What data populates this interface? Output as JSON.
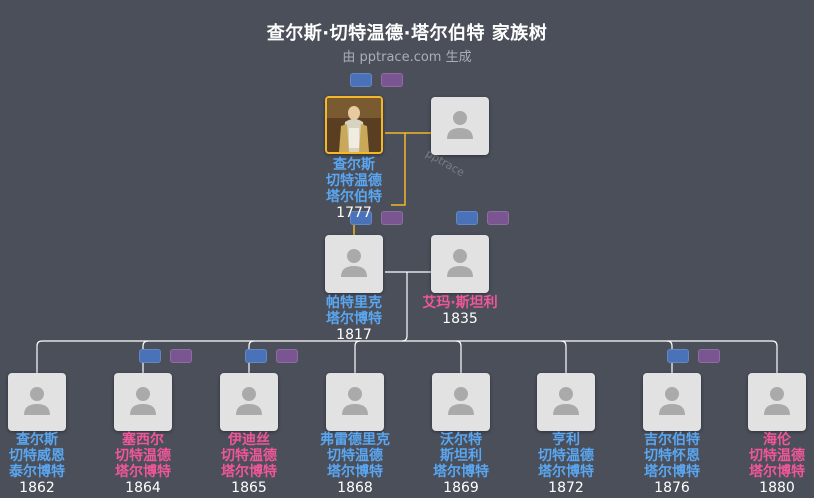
{
  "header": {
    "title": "查尔斯·切特温德·塔尔伯特 家族树",
    "subtitle": "由 pptrace.com 生成"
  },
  "colors": {
    "background": "#4a4f5a",
    "male_name": "#5aa6f0",
    "female_name": "#f0569a",
    "highlight_border": "#f4b728",
    "tag_blue": "#4a72b8",
    "tag_purple": "#7a5592"
  },
  "root": {
    "person": {
      "name_lines": [
        "查尔斯",
        "切特温德",
        "塔尔伯特"
      ],
      "year": "1777",
      "gender": "male",
      "has_photo": true
    },
    "spouse": {
      "name_lines": [],
      "year": "",
      "gender": "unknown"
    }
  },
  "gen2": {
    "person": {
      "name_lines": [
        "帕特里克",
        "塔尔博特"
      ],
      "year": "1817",
      "gender": "male"
    },
    "spouse": {
      "name_lines": [
        "艾玛·斯坦利"
      ],
      "year": "1835",
      "gender": "female"
    }
  },
  "children": [
    {
      "name_lines": [
        "查尔斯",
        "切特威恩",
        "泰尔博特"
      ],
      "year": "1862",
      "gender": "male"
    },
    {
      "name_lines": [
        "塞西尔",
        "切特温德",
        "塔尔博特"
      ],
      "year": "1864",
      "gender": "female"
    },
    {
      "name_lines": [
        "伊迪丝",
        "切特温德",
        "塔尔博特"
      ],
      "year": "1865",
      "gender": "female"
    },
    {
      "name_lines": [
        "弗雷德里克",
        "切特温德",
        "塔尔博特"
      ],
      "year": "1868",
      "gender": "male"
    },
    {
      "name_lines": [
        "沃尔特",
        "斯坦利",
        "塔尔博特"
      ],
      "year": "1869",
      "gender": "male"
    },
    {
      "name_lines": [
        "亨利",
        "切特温德",
        "塔尔博特"
      ],
      "year": "1872",
      "gender": "male"
    },
    {
      "name_lines": [
        "吉尔伯特",
        "切特怀恩",
        "塔尔博特"
      ],
      "year": "1876",
      "gender": "male"
    },
    {
      "name_lines": [
        "海伦",
        "切特温德",
        "塔尔博特"
      ],
      "year": "1880",
      "gender": "female"
    }
  ]
}
